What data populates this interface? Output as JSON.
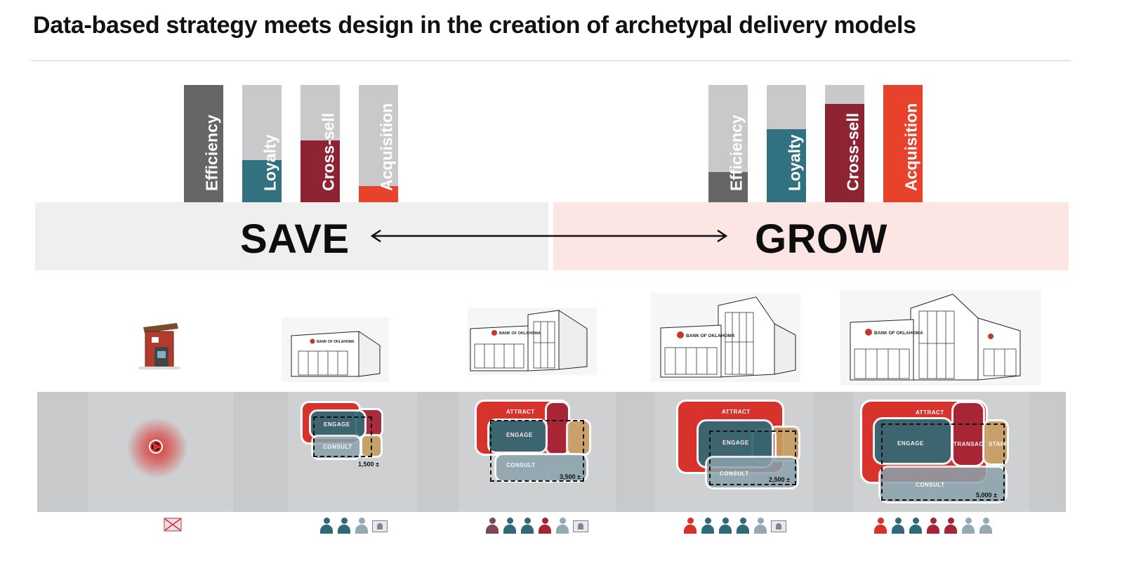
{
  "title": "Data-based strategy meets design in the creation of archetypal delivery models",
  "axis": {
    "left_label": "SAVE",
    "right_label": "GROW"
  },
  "bar_colors": {
    "Efficiency": "#666666",
    "Loyalty": "#32717f",
    "Cross-sell": "#8e2432",
    "Acquisition": "#e8412c",
    "track": "#c9c9cb"
  },
  "save_bars": [
    {
      "label": "Efficiency",
      "level": 1.0
    },
    {
      "label": "Loyalty",
      "level": 0.36
    },
    {
      "label": "Cross-sell",
      "level": 0.53
    },
    {
      "label": "Acquisition",
      "level": 0.14
    }
  ],
  "grow_bars": [
    {
      "label": "Efficiency",
      "level": 0.26
    },
    {
      "label": "Loyalty",
      "level": 0.62
    },
    {
      "label": "Cross-sell",
      "level": 0.84
    },
    {
      "label": "Acquisition",
      "level": 1.0
    }
  ],
  "building_sign": "BANK OF OKLAHOMA",
  "zone_colors": {
    "attract": "#d7322c",
    "engage": "#2f6a76",
    "consult": "#8aa2ad",
    "transact": "#a52536",
    "staff": "#c79d5e"
  },
  "models": [
    {
      "id": "atm",
      "sqft": "",
      "staff": [
        "none"
      ]
    },
    {
      "id": "small",
      "zones": {
        "engage": "ENGAGE",
        "consult": "CONSULT"
      },
      "sqft": "1,500 ±",
      "staff": [
        "teal",
        "teal",
        "gray",
        "kiosk"
      ]
    },
    {
      "id": "medium",
      "zones": {
        "attract": "ATTRACT",
        "engage": "ENGAGE",
        "consult": "CONSULT"
      },
      "sqft": "3,500 ±",
      "staff": [
        "mixed",
        "teal",
        "teal",
        "maroon",
        "gray",
        "kiosk"
      ]
    },
    {
      "id": "large",
      "zones": {
        "attract": "ATTRACT",
        "engage": "ENGAGE",
        "consult": "CONSULT"
      },
      "sqft": "2,500 ±",
      "staff": [
        "red",
        "teal",
        "teal",
        "teal",
        "gray",
        "kiosk"
      ]
    },
    {
      "id": "flagship",
      "zones": {
        "attract": "ATTRACT",
        "engage": "ENGAGE",
        "transact": "TRANSACT",
        "staff": "STAFF",
        "consult": "CONSULT"
      },
      "sqft": "5,000 ±",
      "staff": [
        "red",
        "teal",
        "teal",
        "maroon",
        "maroon",
        "gray",
        "gray"
      ]
    }
  ],
  "person_colors": {
    "teal": "#2f6a76",
    "gray": "#93a9b3",
    "maroon": "#a52536",
    "red": "#d7322c",
    "mixed": "#7a4a50"
  }
}
